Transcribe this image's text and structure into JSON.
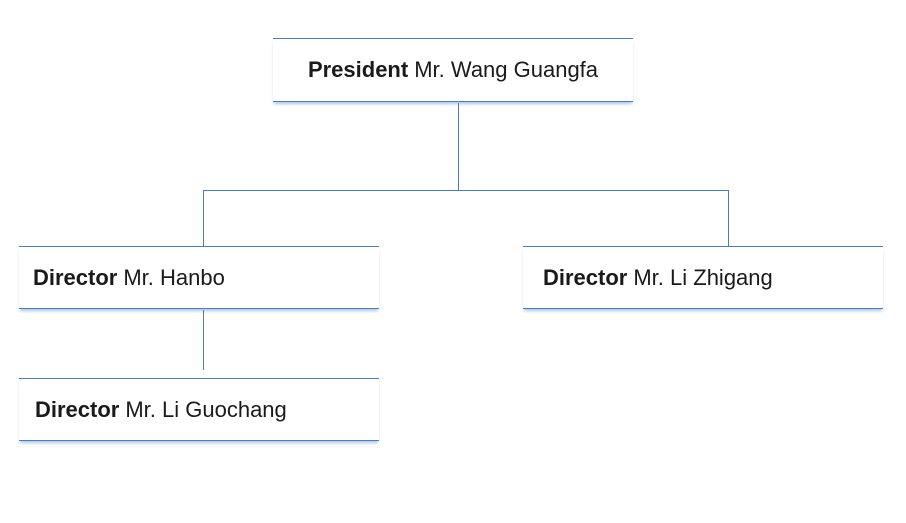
{
  "org_chart": {
    "president": {
      "role": "President",
      "name": "Mr. Wang Guangfa"
    },
    "directors": [
      {
        "role": "Director",
        "name": "Mr. Hanbo"
      },
      {
        "role": "Director",
        "name": "Mr. Li Zhigang"
      }
    ],
    "sub_directors": [
      {
        "role": "Director",
        "name": "Mr. Li Guochang",
        "reports_to": "Mr. Hanbo"
      }
    ],
    "colors": {
      "line": "#4a7ebb",
      "text": "#1a1a1a",
      "background": "#ffffff"
    }
  }
}
